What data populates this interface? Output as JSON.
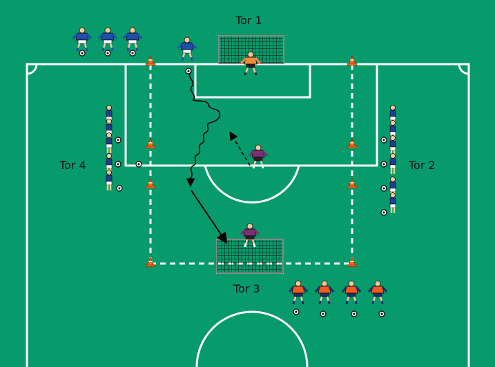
{
  "pitch": {
    "grass_color": "#079a6b",
    "line_color": "#ffffff"
  },
  "goals": [
    {
      "id": "tor1",
      "label": "Tor 1"
    },
    {
      "id": "tor2",
      "label": "Tor 2"
    },
    {
      "id": "tor3",
      "label": "Tor 3"
    },
    {
      "id": "tor4",
      "label": "Tor 4"
    }
  ],
  "colors": {
    "blue_team": "#1f4fa8",
    "orange_team": "#ef5a1e",
    "goalkeeper_purple": "#7b2f74",
    "goalkeeper_orange": "#f08b3c",
    "cone": "#f26b1d",
    "net": "#111111",
    "path": "#000000"
  },
  "icons": [
    "player-icon",
    "ball-icon",
    "cone-icon",
    "goal-net-icon",
    "dribble-path",
    "pass-arrow"
  ]
}
